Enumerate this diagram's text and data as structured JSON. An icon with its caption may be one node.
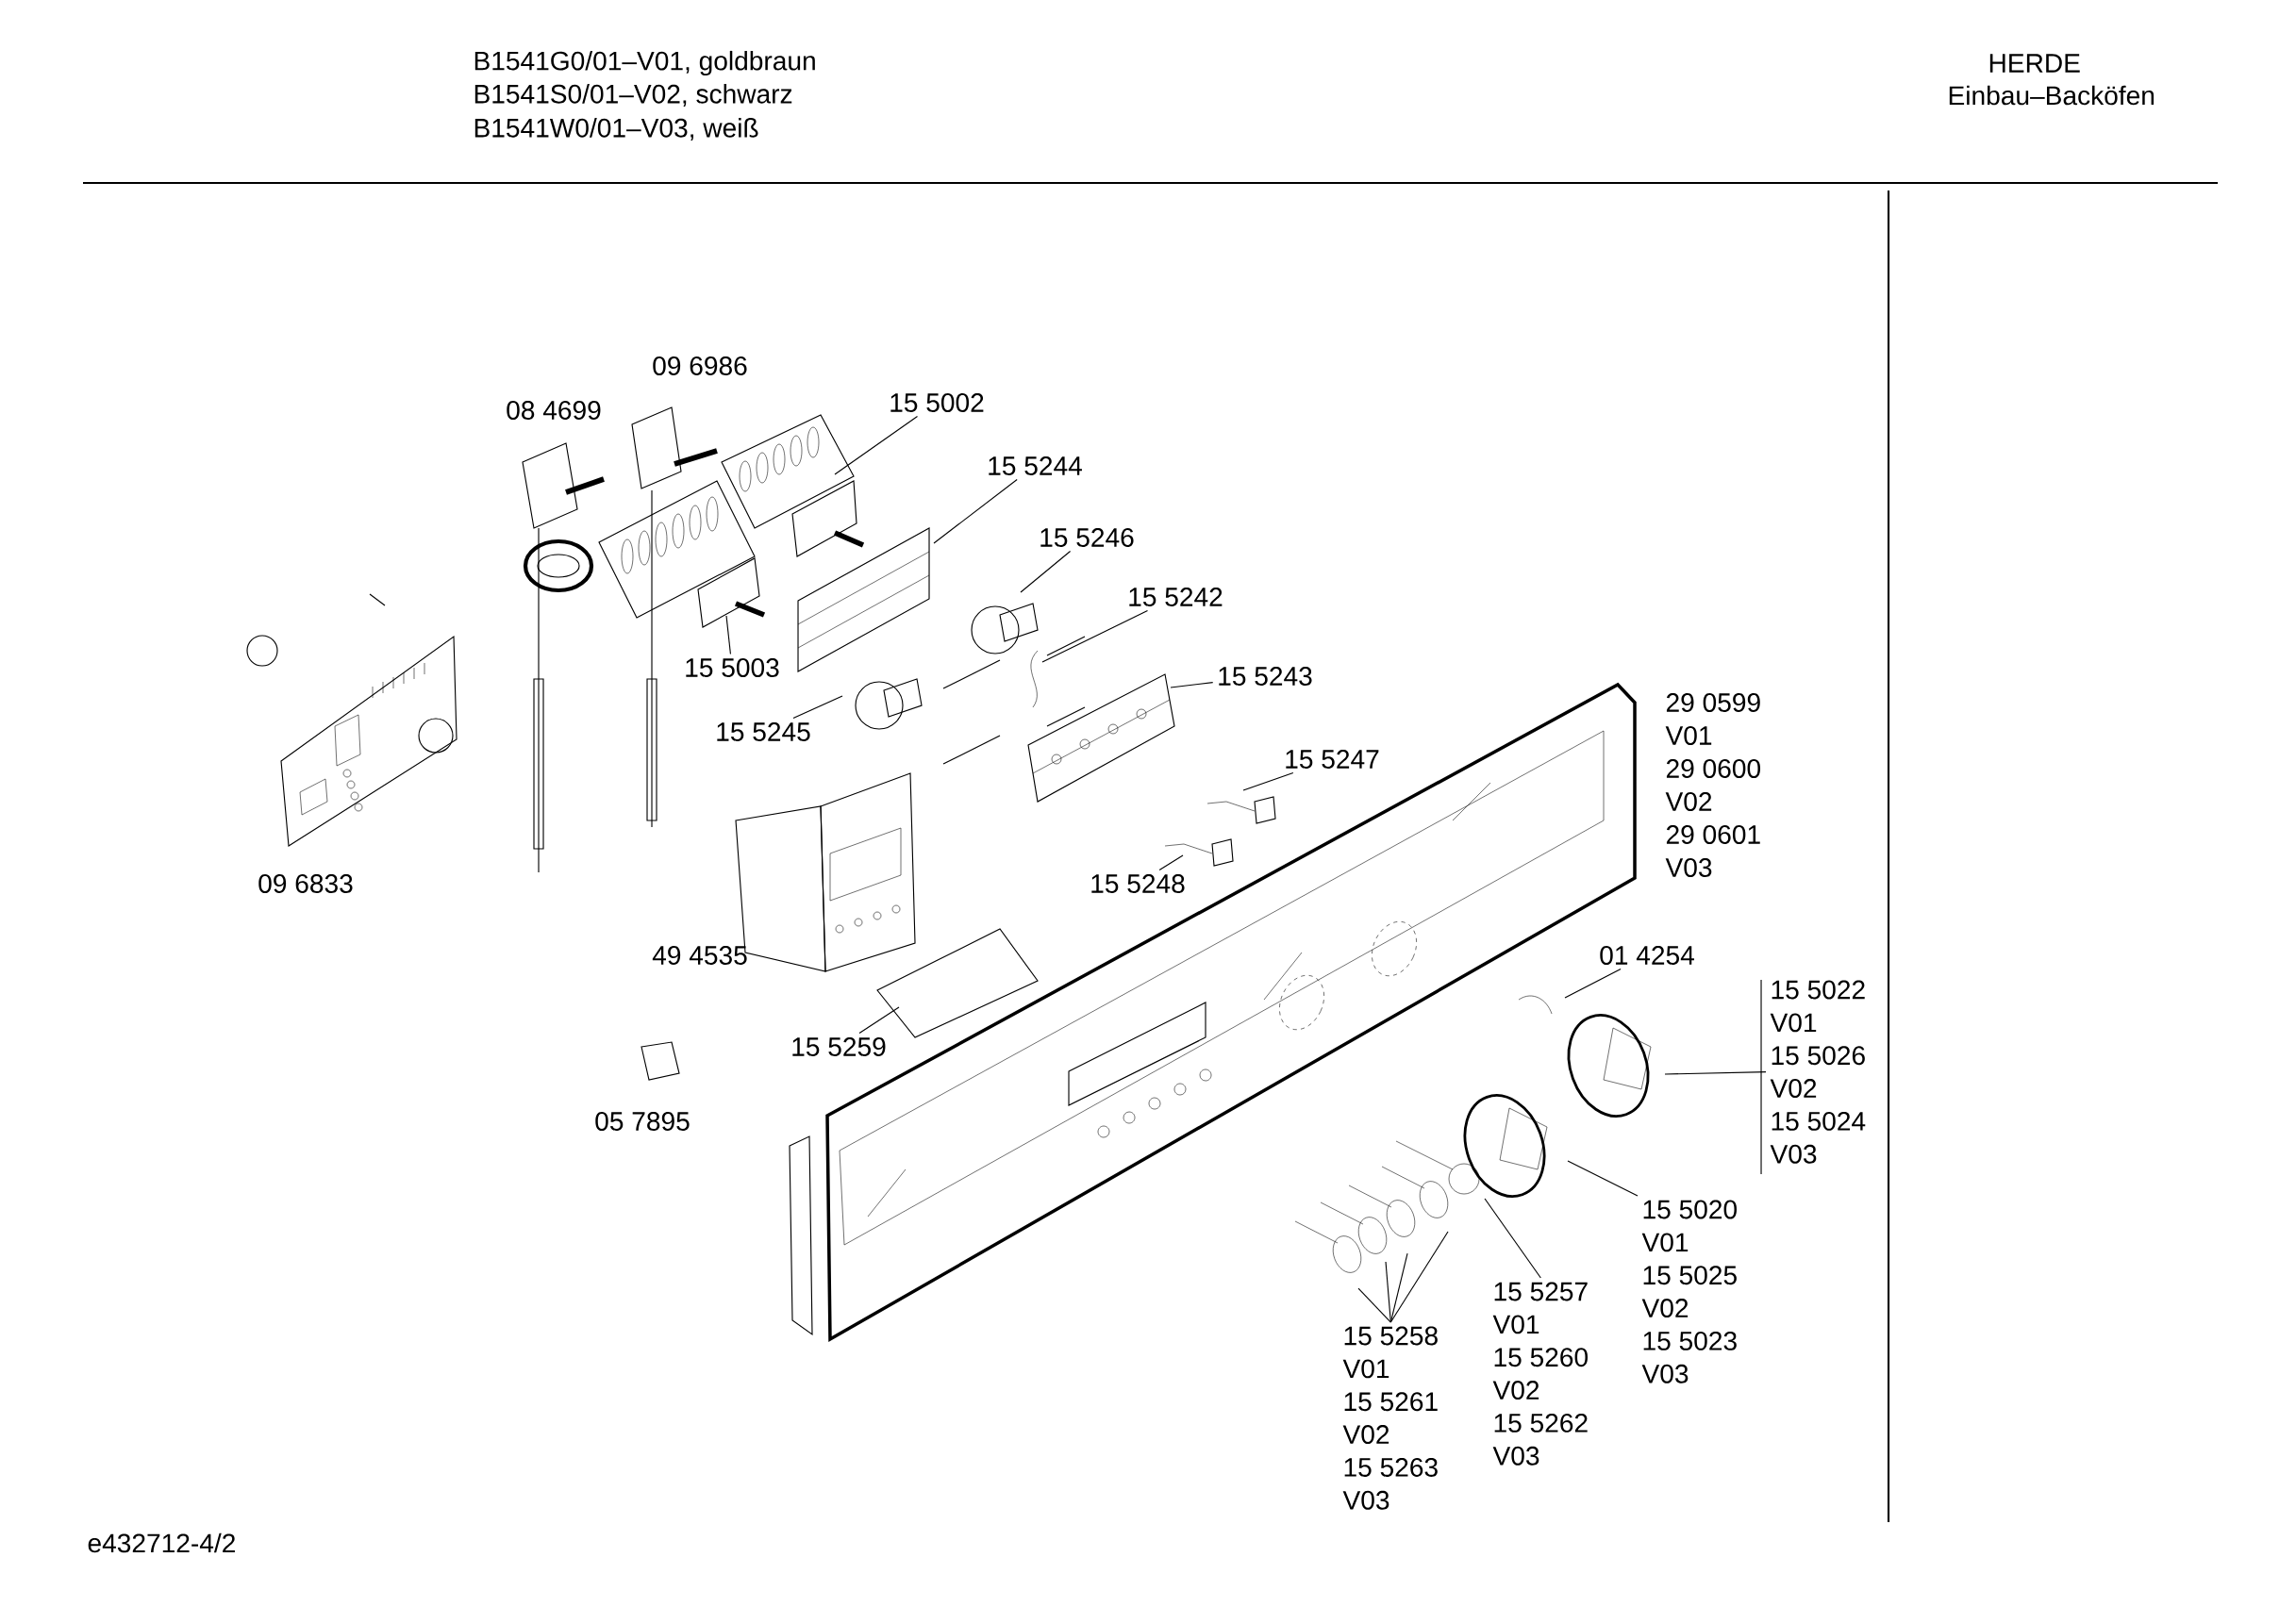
{
  "diagram": {
    "nodes": [
      {
        "text": [
          "15 5002"
        ]
      },
      {
        "text": [
          "15 5244"
        ]
      },
      {
        "text": [
          "15 5246"
        ]
      },
      {
        "text": [
          "15 5242"
        ]
      },
      {
        "text": [
          "15 5243"
        ]
      },
      {
        "text": [
          "15 5003"
        ]
      },
      {
        "text": [
          "15 5245"
        ]
      },
      {
        "text": [
          "15 5247"
        ]
      },
      {
        "text": [
          "15 5248"
        ]
      },
      {
        "text": [
          "15 5259"
        ]
      },
      {
        "text": [
          "01 4254"
        ]
      },
      {
        "text": [
          "15 5022",
          "V01",
          "15 5026",
          "V02",
          "15 5024",
          "V03"
        ]
      },
      {
        "text": [
          "15 5020",
          "V01",
          "15 5025",
          "V02",
          "15 5023",
          "V03"
        ]
      },
      {
        "text": [
          "15 5257",
          "V01",
          "15 5260",
          "V02",
          "15 5262",
          "V03"
        ]
      },
      {
        "text": [
          "15 5258",
          "V01",
          "15 5261",
          "V02",
          "15 5263",
          "V03"
        ]
      }
    ],
    "edges": [
      {
        "from": 0,
        "to": null,
        "arrow": "none"
      },
      {
        "from": 1,
        "to": null,
        "arrow": "none"
      },
      {
        "from": 2,
        "to": null,
        "arrow": "none"
      },
      {
        "from": 3,
        "to": null,
        "arrow": "none"
      },
      {
        "from": 4,
        "to": null,
        "arrow": "none"
      },
      {
        "from": 5,
        "to": null,
        "arrow": "none"
      },
      {
        "from": 6,
        "to": null,
        "arrow": "none"
      },
      {
        "from": 7,
        "to": null,
        "arrow": "none"
      },
      {
        "from": 8,
        "to": null,
        "arrow": "none"
      },
      {
        "from": 9,
        "to": null,
        "arrow": "none"
      },
      {
        "from": 10,
        "to": null,
        "arrow": "none"
      },
      {
        "from": 11,
        "to": null,
        "arrow": "none"
      },
      {
        "from": 12,
        "to": null,
        "arrow": "none"
      },
      {
        "from": 13,
        "to": null,
        "arrow": "none"
      },
      {
        "from": 14,
        "to": null,
        "arrow": "none"
      },
      {
        "from": 14,
        "to": null,
        "arrow": "none"
      },
      {
        "from": 14,
        "to": null,
        "arrow": "none"
      },
      {
        "from": 14,
        "to": null,
        "arrow": "none"
      }
    ],
    "labels": [
      "B1541G0/01–V01, goldbraun",
      "B1541S0/01–V02, schwarz",
      "B1541W0/01–V03, weiß",
      "HERDE",
      "Einbau–Backöfen",
      "09 6986",
      "08 4699",
      "09 6833",
      "49 4535",
      "05 7895",
      "29 0599",
      "V01",
      "29 0600",
      "V02",
      "29 0601",
      "V03",
      "e432712-4/2"
    ]
  }
}
